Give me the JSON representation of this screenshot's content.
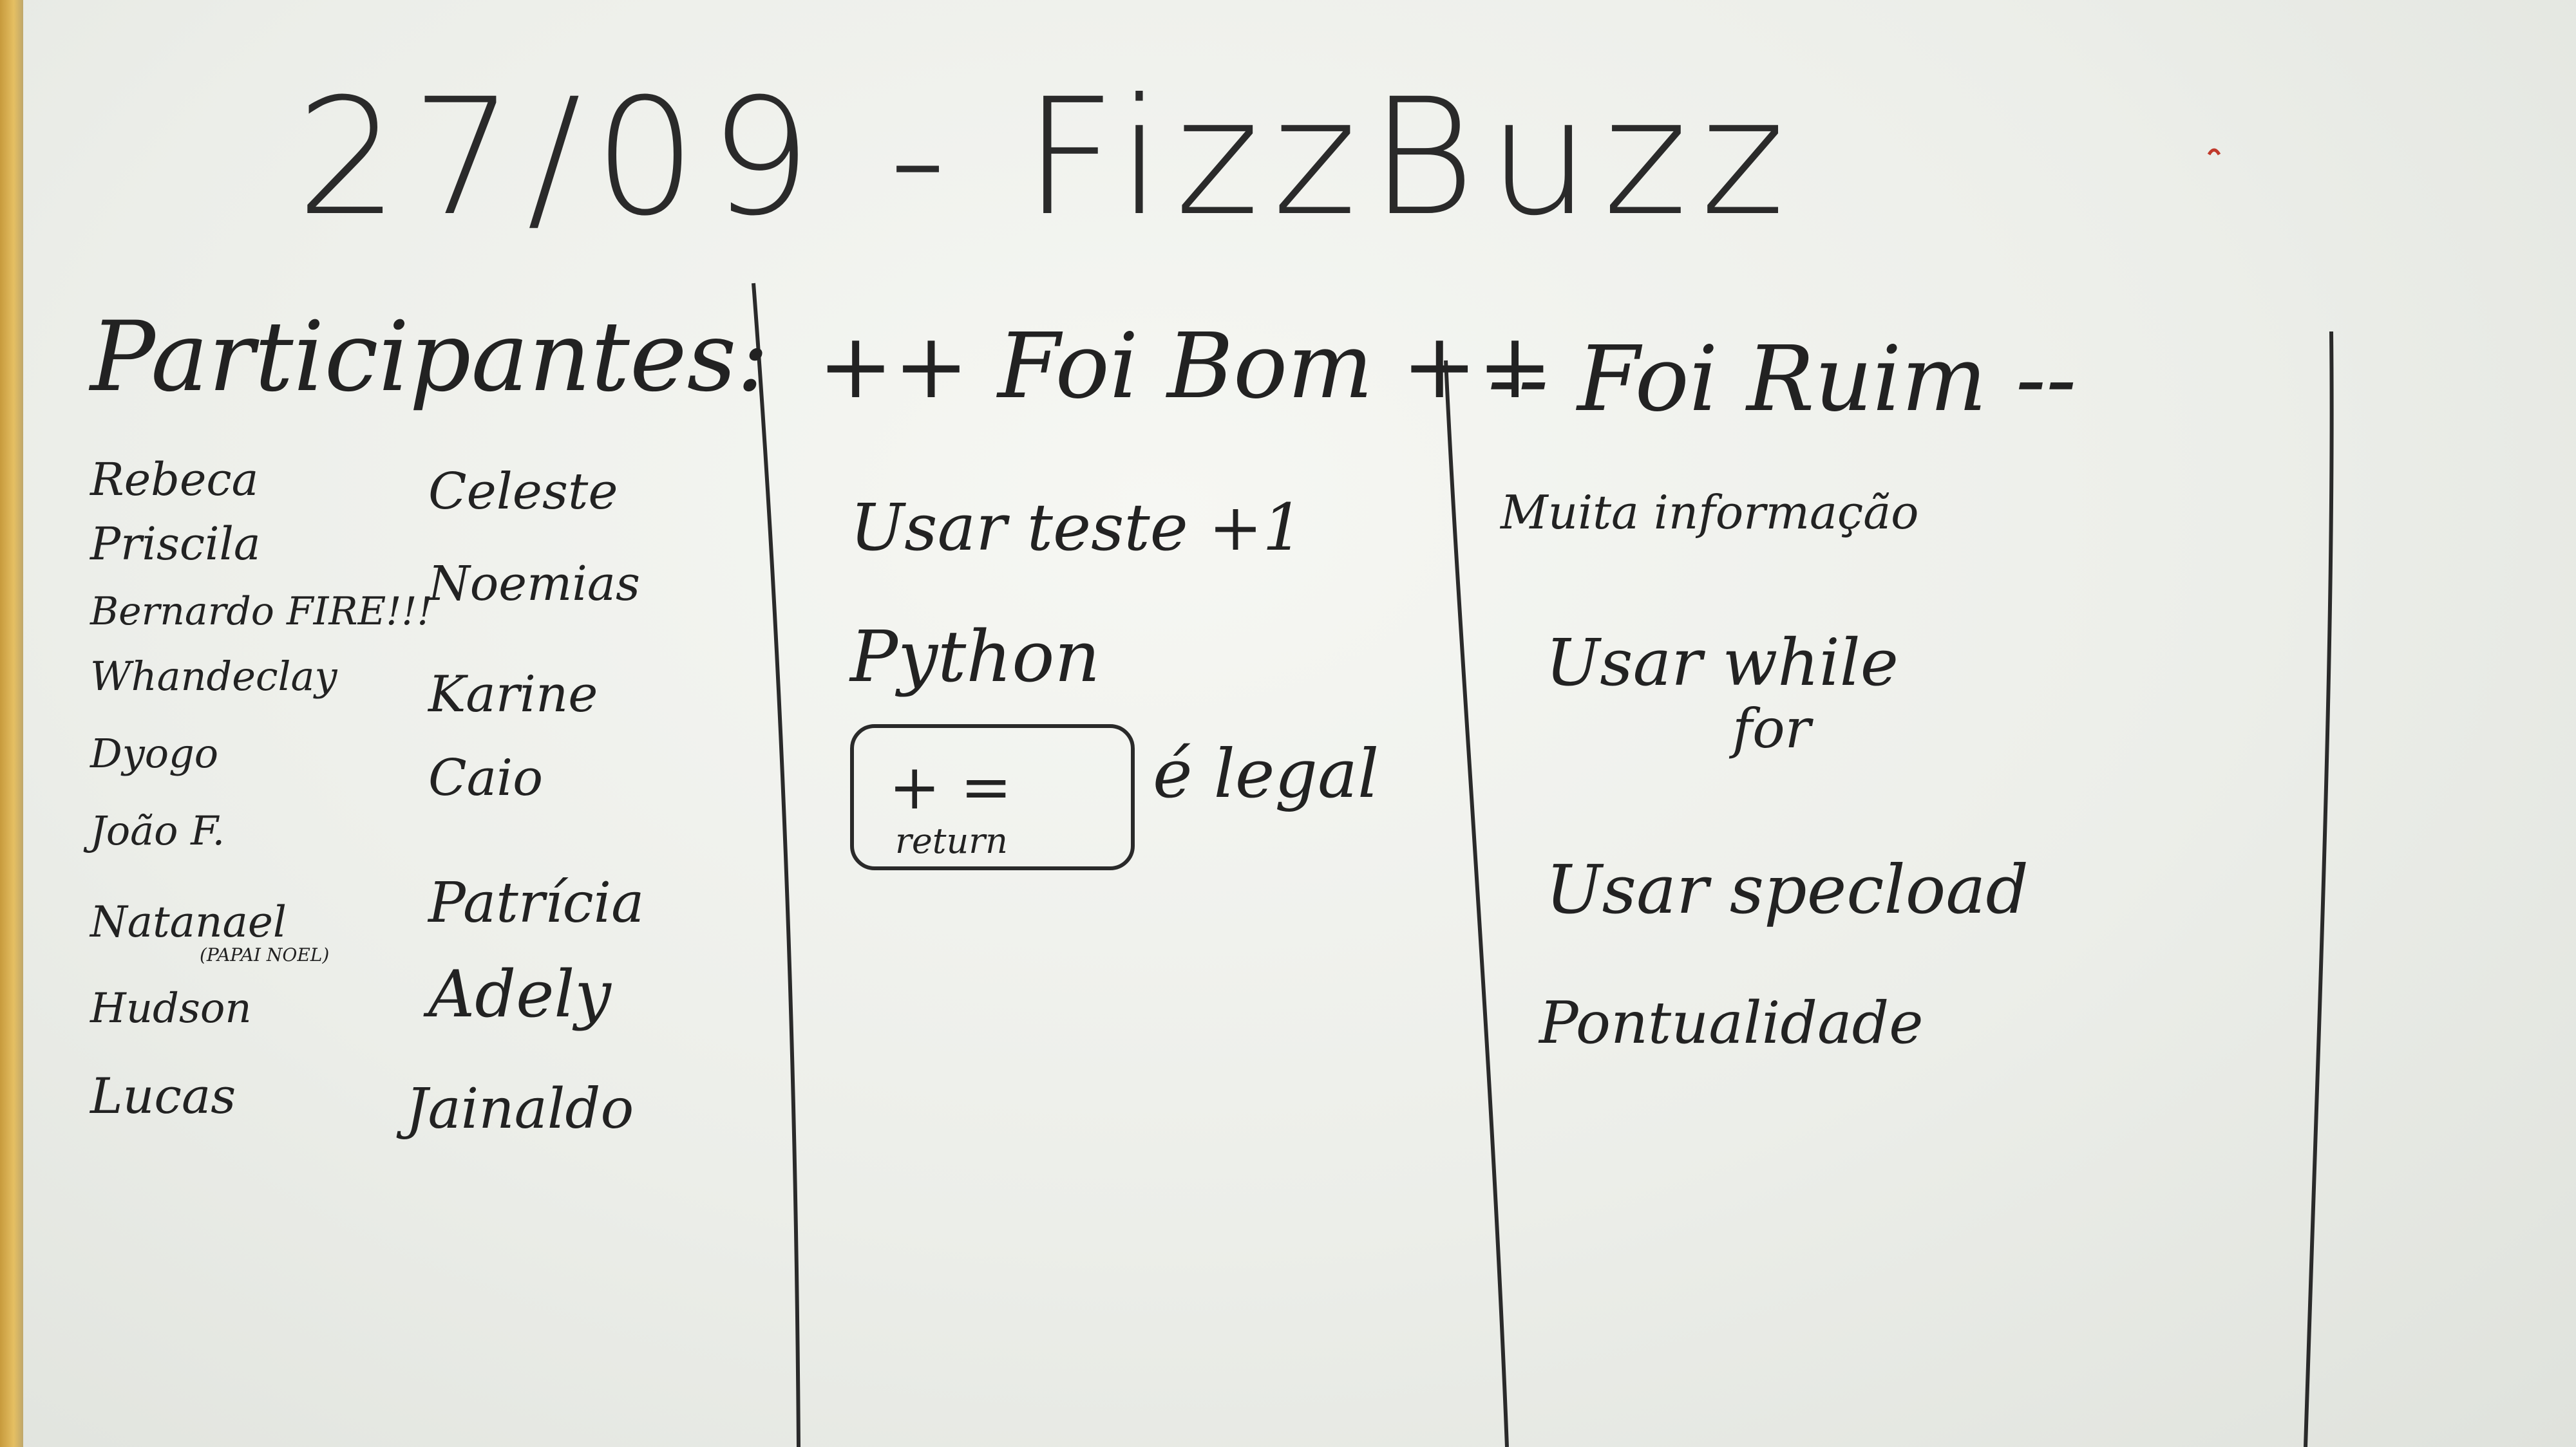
{
  "title": "27/09 - FizzBuzz",
  "headers": {
    "participants": "Participantes:",
    "good": "++ Foi Bom ++",
    "bad": "-- Foi Ruim --"
  },
  "participants_left": [
    "Rebeca",
    "Priscila",
    "Bernardo FIRE!!!",
    "Whandeclay",
    "Dyogo",
    "João F.",
    "Natanael",
    "Hudson",
    "Lucas"
  ],
  "participants_left_note": "(PAPAI NOEL)",
  "participants_right": [
    "Celeste",
    "Noemias",
    "Karine",
    "Caio",
    "Patrícia",
    "Adely",
    "Jainaldo"
  ],
  "good_items": {
    "item1": "Usar teste +1",
    "item2": "Python",
    "boxed_top": "+ =",
    "boxed_bottom": "return",
    "boxed_suffix": "é legal"
  },
  "bad_items": [
    "Muita informação",
    "Usar while",
    "for",
    "Usar specload",
    "Pontualidade"
  ],
  "colors": {
    "ink": "#1c1c1c",
    "board": "#f1f2ee",
    "frame": "#d9b153",
    "red_mark": "#c0392b"
  }
}
